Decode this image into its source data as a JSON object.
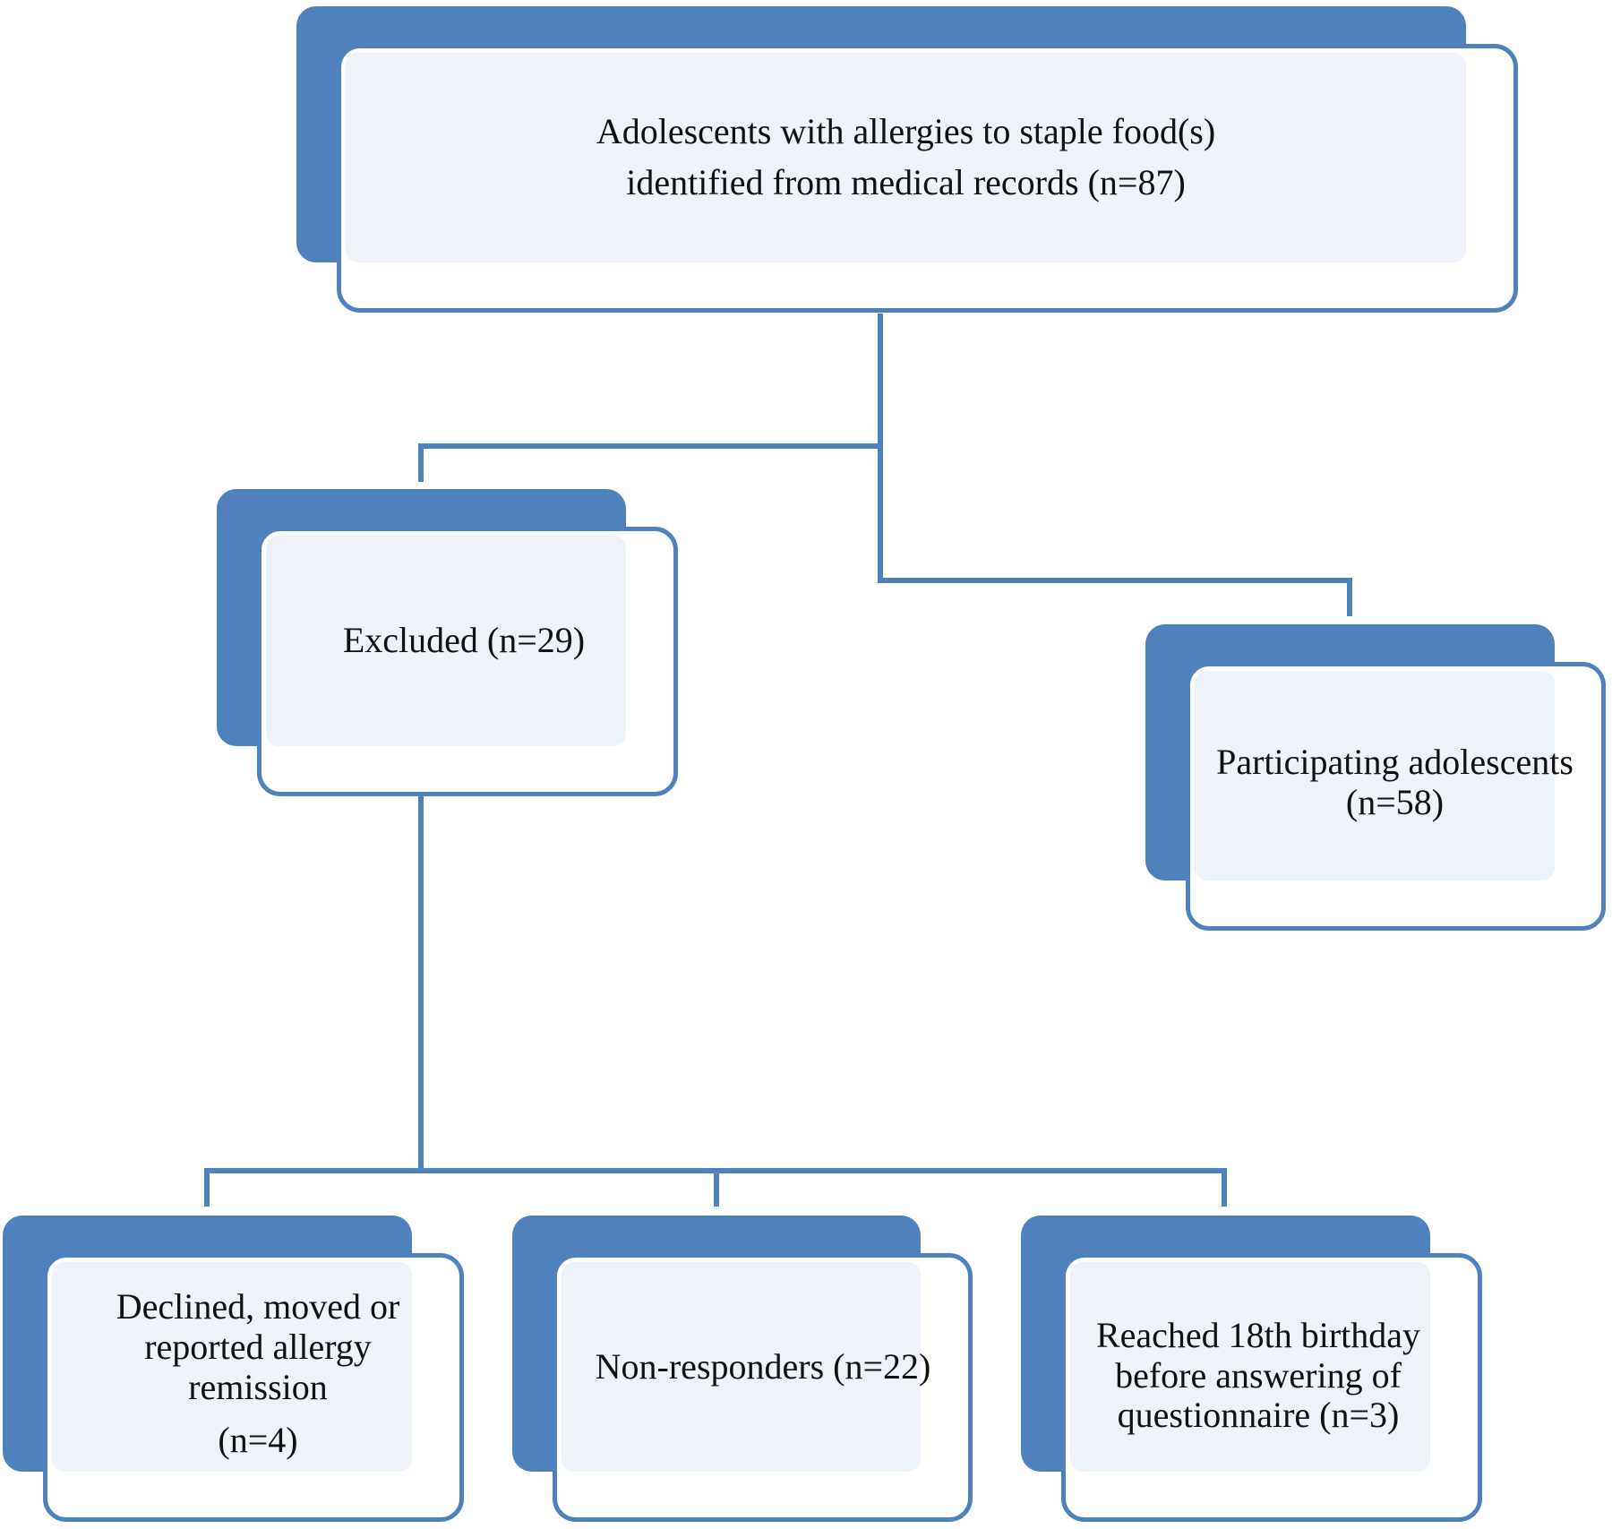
{
  "diagram": {
    "colors": {
      "accent": "#4f81bd",
      "panel": "#eef2f9",
      "text": "#111111"
    },
    "nodes": {
      "identified": {
        "lines": [
          "Adolescents with allergies to staple food(s)",
          "identified from medical records (n=87)"
        ]
      },
      "excluded": {
        "lines": [
          "Excluded (n=29)"
        ]
      },
      "participating": {
        "lines": [
          "Participating adolescents",
          "(n=58)"
        ]
      },
      "declined": {
        "lines": [
          "Declined, moved or",
          "reported allergy",
          "remission",
          "(n=4)"
        ]
      },
      "nonresponders": {
        "lines": [
          "Non-responders (n=22)"
        ]
      },
      "reached18": {
        "lines": [
          "Reached 18th birthday",
          "before answering of",
          "questionnaire (n=3)"
        ]
      }
    }
  }
}
